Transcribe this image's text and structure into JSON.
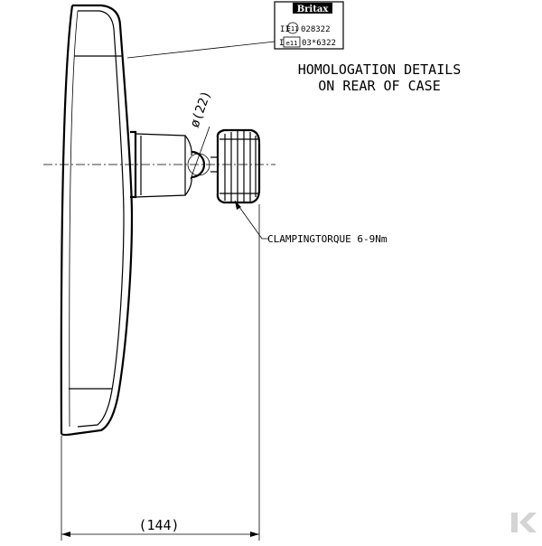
{
  "label_plate": {
    "brand": "Britax",
    "approval_1_prefix": "II",
    "approval_1_mark": "E11",
    "approval_1_number": "028322",
    "approval_2_prefix": "I",
    "approval_2_mark": "e11",
    "approval_2_number": "03*6322"
  },
  "notes": {
    "homologation_line1": "HOMOLOGATION DETAILS",
    "homologation_line2": "ON REAR OF CASE",
    "clamping": "CLAMPINGTORQUE 6-9Nm"
  },
  "dimensions": {
    "ball_diameter": "ø(22)",
    "overall_depth": "(144)"
  },
  "colors": {
    "line": "#000000",
    "watermark": "#d4d4d4"
  }
}
